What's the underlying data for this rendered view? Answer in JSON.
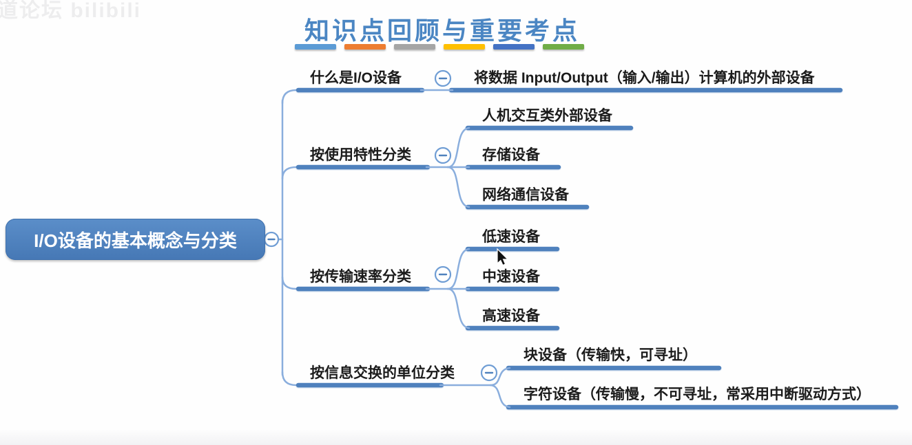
{
  "watermark": {
    "text": "道论坛 bilibili"
  },
  "header": {
    "title": "知识点回顾与重要考点"
  },
  "decor": {
    "bar_colors": [
      "#5b9bd5",
      "#ed7d31",
      "#a5a5a5",
      "#ffc000",
      "#4472c4",
      "#70ad47"
    ]
  },
  "icons": {
    "collapse_glyph": "−",
    "cursor": "arrow-pointer"
  },
  "colors": {
    "branch_line": "#4f81bd",
    "thin_connector": "#8aaedd",
    "root_fill": "#4a7ebb",
    "title_text": "#4b86c3"
  },
  "mindmap": {
    "root": "I/O设备的基本概念与分类",
    "branches": [
      {
        "label": "什么是I/O设备",
        "children": [
          "将数据 Input/Output（输入/输出）计算机的外部设备"
        ]
      },
      {
        "label": "按使用特性分类",
        "children": [
          "人机交互类外部设备",
          "存储设备",
          "网络通信设备"
        ]
      },
      {
        "label": "按传输速率分类",
        "children": [
          "低速设备",
          "中速设备",
          "高速设备"
        ]
      },
      {
        "label": "按信息交换的单位分类",
        "children": [
          "块设备（传输快，可寻址）",
          "字符设备（传输慢，不可寻址，常采用中断驱动方式）"
        ]
      }
    ]
  }
}
